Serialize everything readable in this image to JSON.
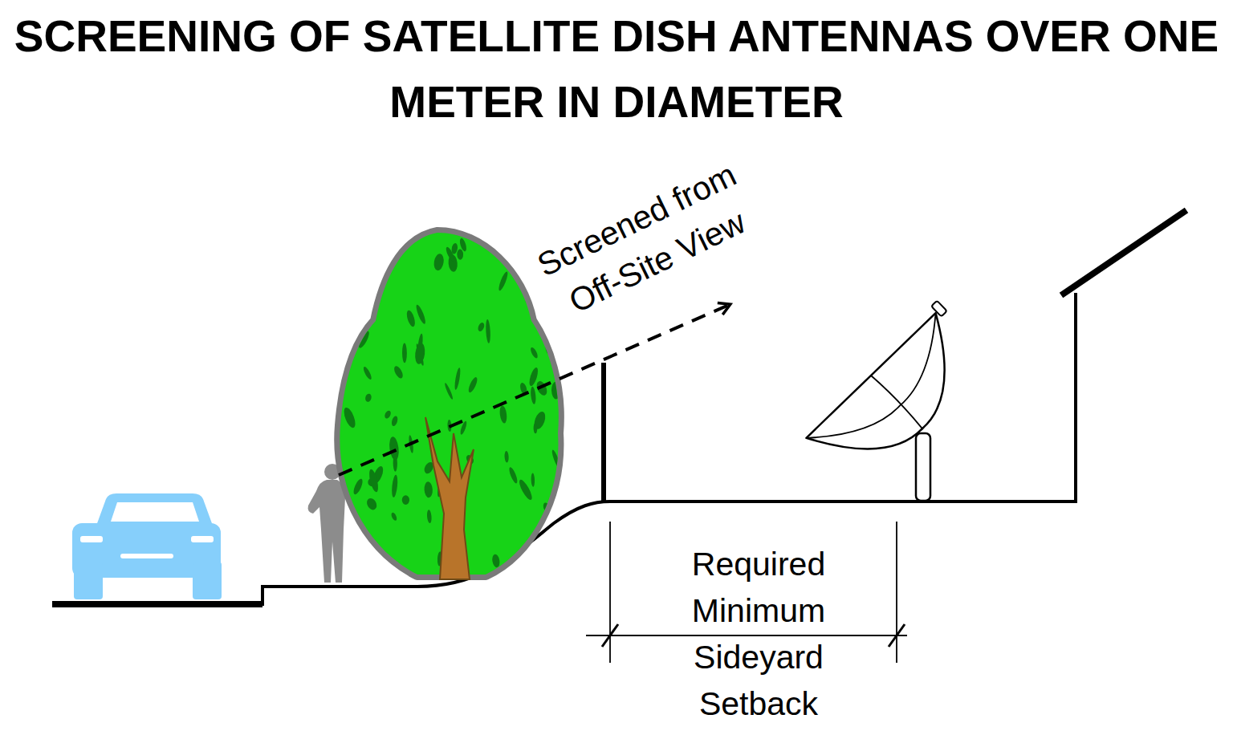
{
  "diagram": {
    "title": "SCREENING OF SATELLITE DISH ANTENNAS OVER ONE METER IN DIAMETER",
    "labels": [
      "Screened from Off-Site View",
      "Required Minimum Sideyard Setback"
    ]
  }
}
